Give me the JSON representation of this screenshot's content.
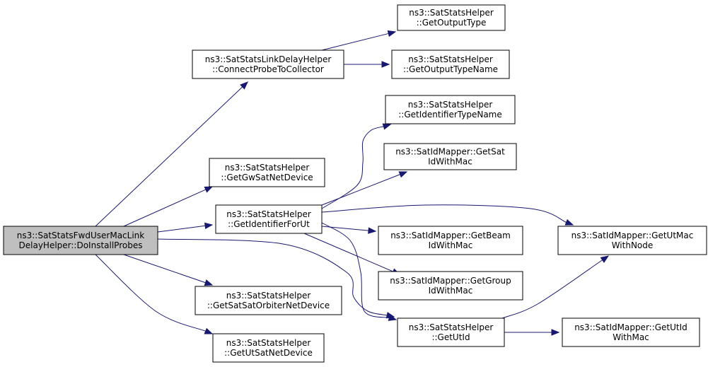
{
  "graph": {
    "nodes": [
      {
        "id": "root",
        "lines": [
          "ns3::SatStatsFwdUserMacLink",
          "DelayHelper::DoInstallProbes"
        ],
        "root": true
      },
      {
        "id": "connect",
        "lines": [
          "ns3::SatStatsLinkDelayHelper",
          "::ConnectProbeToCollector"
        ]
      },
      {
        "id": "getOutputType",
        "lines": [
          "ns3::SatStatsHelper",
          "::GetOutputType"
        ]
      },
      {
        "id": "getOutputTypeName",
        "lines": [
          "ns3::SatStatsHelper",
          "::GetOutputTypeName"
        ]
      },
      {
        "id": "getIdentifierTypeName",
        "lines": [
          "ns3::SatStatsHelper",
          "::GetIdentifierTypeName"
        ]
      },
      {
        "id": "getSatIdWithMac",
        "lines": [
          "ns3::SatIdMapper::GetSat",
          "IdWithMac"
        ]
      },
      {
        "id": "getGwSatNetDevice",
        "lines": [
          "ns3::SatStatsHelper",
          "::GetGwSatNetDevice"
        ]
      },
      {
        "id": "getIdentifierForUt",
        "lines": [
          "ns3::SatStatsHelper",
          "::GetIdentifierForUt"
        ]
      },
      {
        "id": "getBeamIdWithMac",
        "lines": [
          "ns3::SatIdMapper::GetBeam",
          "IdWithMac"
        ]
      },
      {
        "id": "getGroupIdWithMac",
        "lines": [
          "ns3::SatIdMapper::GetGroup",
          "IdWithMac"
        ]
      },
      {
        "id": "getUtMacWithNode",
        "lines": [
          "ns3::SatIdMapper::GetUtMac",
          "WithNode"
        ]
      },
      {
        "id": "getSatSatOrbiterNetDevice",
        "lines": [
          "ns3::SatStatsHelper",
          "::GetSatSatOrbiterNetDevice"
        ]
      },
      {
        "id": "getUtSatNetDevice",
        "lines": [
          "ns3::SatStatsHelper",
          "::GetUtSatNetDevice"
        ]
      },
      {
        "id": "getUtId",
        "lines": [
          "ns3::SatStatsHelper",
          "::GetUtId"
        ]
      },
      {
        "id": "getUtIdWithMac",
        "lines": [
          "ns3::SatIdMapper::GetUtId",
          "WithMac"
        ]
      }
    ],
    "edges": [
      {
        "from": "root",
        "to": "connect"
      },
      {
        "from": "root",
        "to": "getGwSatNetDevice"
      },
      {
        "from": "root",
        "to": "getIdentifierForUt"
      },
      {
        "from": "root",
        "to": "getSatSatOrbiterNetDevice"
      },
      {
        "from": "root",
        "to": "getUtSatNetDevice"
      },
      {
        "from": "root",
        "to": "getUtId"
      },
      {
        "from": "connect",
        "to": "getOutputType"
      },
      {
        "from": "connect",
        "to": "getOutputTypeName"
      },
      {
        "from": "getIdentifierForUt",
        "to": "getIdentifierTypeName"
      },
      {
        "from": "getIdentifierForUt",
        "to": "getSatIdWithMac"
      },
      {
        "from": "getIdentifierForUt",
        "to": "getUtMacWithNode"
      },
      {
        "from": "getIdentifierForUt",
        "to": "getBeamIdWithMac"
      },
      {
        "from": "getIdentifierForUt",
        "to": "getGroupIdWithMac"
      },
      {
        "from": "getIdentifierForUt",
        "to": "getUtId"
      },
      {
        "from": "getUtId",
        "to": "getUtMacWithNode"
      },
      {
        "from": "getUtId",
        "to": "getUtIdWithMac"
      }
    ],
    "colors": {
      "edge": "#191970",
      "root_fill": "#bfbfbf",
      "node_fill": "#ffffff",
      "border": "#000000"
    }
  }
}
